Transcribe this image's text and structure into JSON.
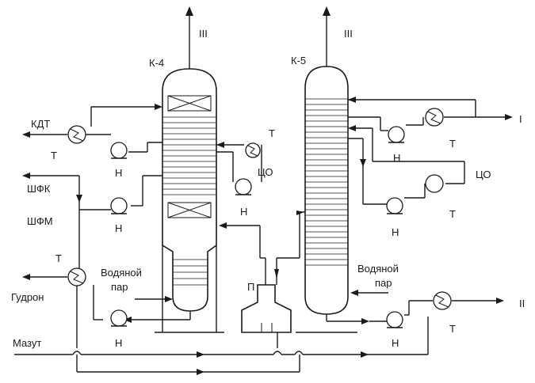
{
  "columns": {
    "k4": "К-4",
    "k5": "К-5"
  },
  "streams": {
    "k4_overhead": "III",
    "k5_overhead": "III",
    "k5_side_1": "I",
    "k5_bottom": "II",
    "kdt": "КДТ",
    "shfk": "ШФК",
    "shfm": "ШФМ",
    "gudron": "Гудрон",
    "mazut": "Мазут"
  },
  "equipment": {
    "pump": "Н",
    "heat_exchanger": "Т",
    "circulating_reflux": "ЦО",
    "furnace": "П"
  },
  "steam": {
    "line1": "Водяной",
    "line2": "пар"
  },
  "colors": {
    "ink": "#1a1a1a",
    "background": "#ffffff"
  }
}
